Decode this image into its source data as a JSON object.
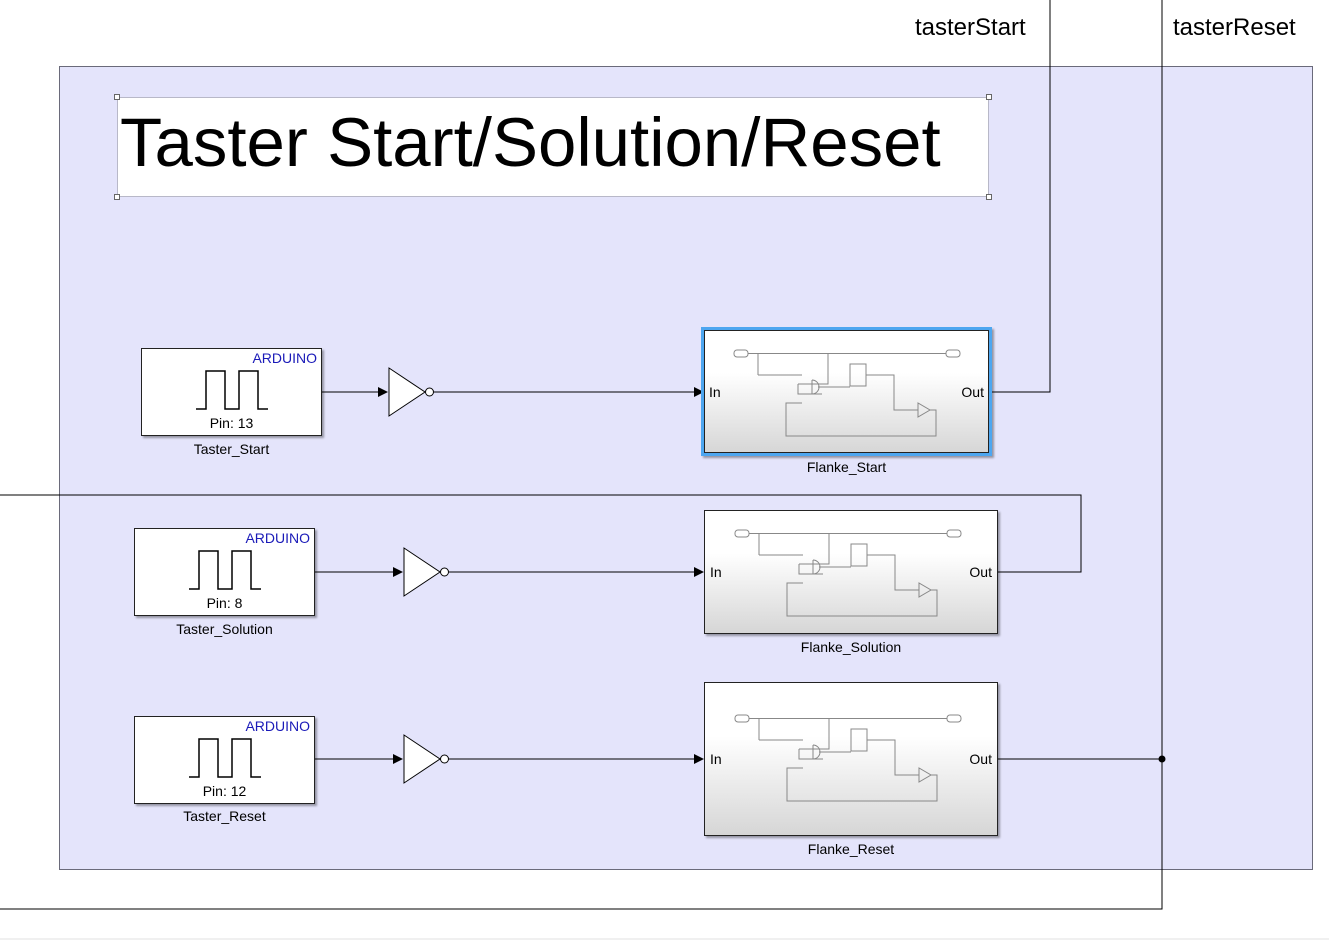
{
  "annotation": {
    "title": "Taster Start/Solution/Reset"
  },
  "signals": {
    "taster_start": "tasterStart",
    "taster_reset": "tasterReset"
  },
  "rows": [
    {
      "source_name": "Taster_Start",
      "source_badge": "ARDUINO",
      "pin": "Pin: 13",
      "subsystem_name": "Flanke_Start",
      "in_port": "In",
      "out_port": "Out",
      "selected": true
    },
    {
      "source_name": "Taster_Solution",
      "source_badge": "ARDUINO",
      "pin": "Pin: 8",
      "subsystem_name": "Flanke_Solution",
      "in_port": "In",
      "out_port": "Out",
      "selected": false
    },
    {
      "source_name": "Taster_Reset",
      "source_badge": "ARDUINO",
      "pin": "Pin: 12",
      "subsystem_name": "Flanke_Reset",
      "in_port": "In",
      "out_port": "Out",
      "selected": false
    }
  ],
  "colors": {
    "area_fill": "#e4e4fb",
    "arduino_text": "#1a1ab8",
    "selection": "#4da6f0"
  }
}
